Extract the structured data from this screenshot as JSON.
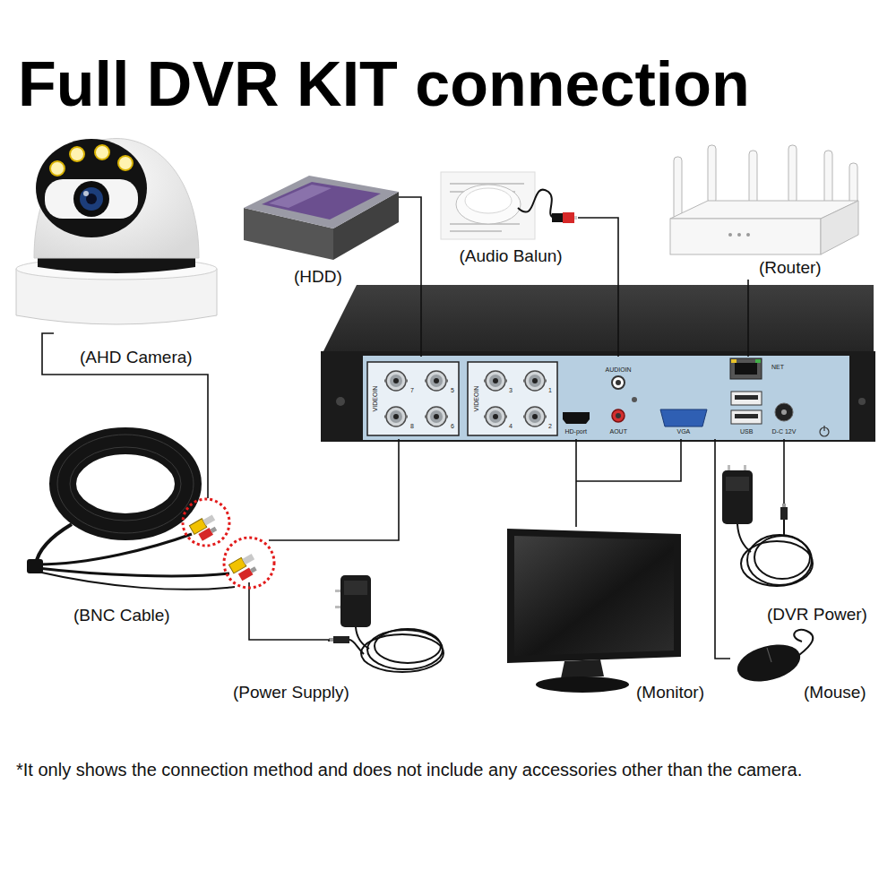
{
  "diagram": {
    "title": "Full DVR KIT connection",
    "caption": "*It only shows the connection method and does not include any accessories other than the camera.",
    "nodes": [
      {
        "text": [
          "(AHD Camera)"
        ]
      },
      {
        "text": [
          "(HDD)"
        ]
      },
      {
        "text": [
          "(Audio Balun)"
        ]
      },
      {
        "text": [
          "(Router)"
        ]
      },
      {
        "text": [
          "VIDEOIN",
          "VIDEOIN",
          "AUDIOIN",
          "AOUT",
          "HD-port",
          "VGA",
          "NET",
          "USB",
          "D-C 12V"
        ]
      },
      {
        "text": [
          "(BNC Cable)"
        ]
      },
      {
        "text": [
          "(DVR Power)"
        ]
      },
      {
        "text": [
          "(Power Supply)"
        ]
      },
      {
        "text": [
          "(Monitor)"
        ]
      },
      {
        "text": [
          "(Mouse)"
        ]
      }
    ],
    "edges": [
      {
        "from": 0,
        "to": 5,
        "arrow": "none"
      },
      {
        "from": 5,
        "to": 4,
        "arrow": "none"
      },
      {
        "from": 5,
        "to": 7,
        "arrow": "none"
      },
      {
        "from": 1,
        "to": 4,
        "arrow": "none"
      },
      {
        "from": 2,
        "to": 4,
        "arrow": "none"
      },
      {
        "from": 3,
        "to": 4,
        "arrow": "none"
      },
      {
        "from": 4,
        "to": 8,
        "arrow": "none"
      },
      {
        "from": 6,
        "to": 4,
        "arrow": "none"
      },
      {
        "from": 9,
        "to": 4,
        "arrow": "none"
      }
    ],
    "labels": [
      "7",
      "5",
      "8",
      "6",
      "3",
      "1",
      "4",
      "2"
    ]
  }
}
